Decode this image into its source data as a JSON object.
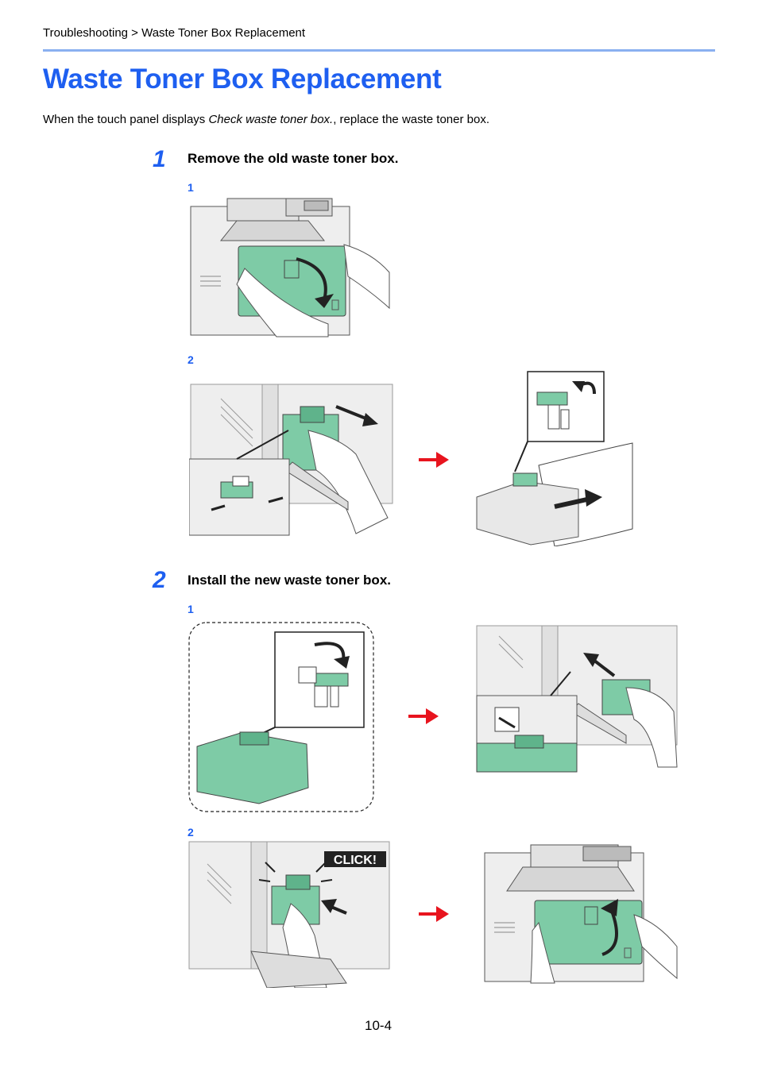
{
  "header": {
    "breadcrumb": "Troubleshooting > Waste Toner Box Replacement"
  },
  "page": {
    "title": "Waste Toner Box Replacement",
    "intro_before": "When the touch panel displays ",
    "intro_emphasis": "Check waste toner box.",
    "intro_after": ", replace the waste toner box.",
    "page_number": "10-4"
  },
  "steps": [
    {
      "number": "1",
      "title": "Remove the old waste toner box.",
      "substeps": [
        "1",
        "2"
      ]
    },
    {
      "number": "2",
      "title": "Install the new waste toner box.",
      "substeps": [
        "1",
        "2"
      ]
    }
  ],
  "labels": {
    "click": "CLICK!"
  },
  "colors": {
    "accent": "#1e5ff0",
    "toner_green": "#7ecba6",
    "arrow_red": "#e8141e"
  }
}
